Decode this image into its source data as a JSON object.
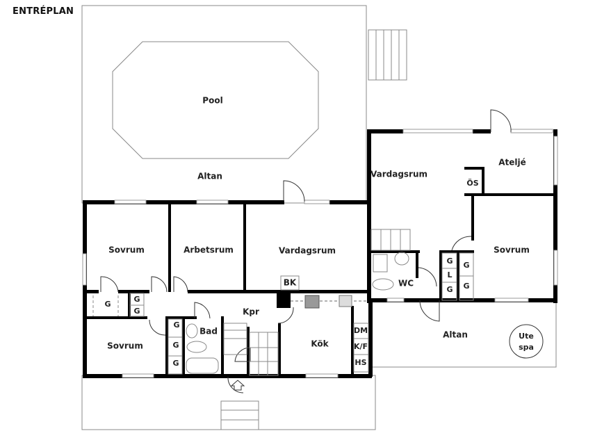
{
  "title": "ENTRÉPLAN",
  "rooms": {
    "pool": "Pool",
    "altan_top": "Altan",
    "sovrum_1": "Sovrum",
    "arbetsrum": "Arbetsrum",
    "vardagsrum_1": "Vardagsrum",
    "bk": "BK",
    "kpr": "Kpr",
    "bad": "Bad",
    "sovrum_2": "Sovrum",
    "kok": "Kök",
    "dm": "DM",
    "kf": "K/F",
    "hs": "HS",
    "vardagsrum_2": "Vardagsrum",
    "os": "ÖS",
    "atelje": "Ateljé",
    "sovrum_3": "Sovrum",
    "wc": "WC",
    "altan_right": "Altan",
    "ute": "Ute",
    "spa": "spa"
  },
  "closets": {
    "g1": "G",
    "g2": "G",
    "g3": "G",
    "g4": "G",
    "g5": "G",
    "g6": "G",
    "g7": "G",
    "l1": "L",
    "g8": "G",
    "g9": "G",
    "g10": "G"
  }
}
